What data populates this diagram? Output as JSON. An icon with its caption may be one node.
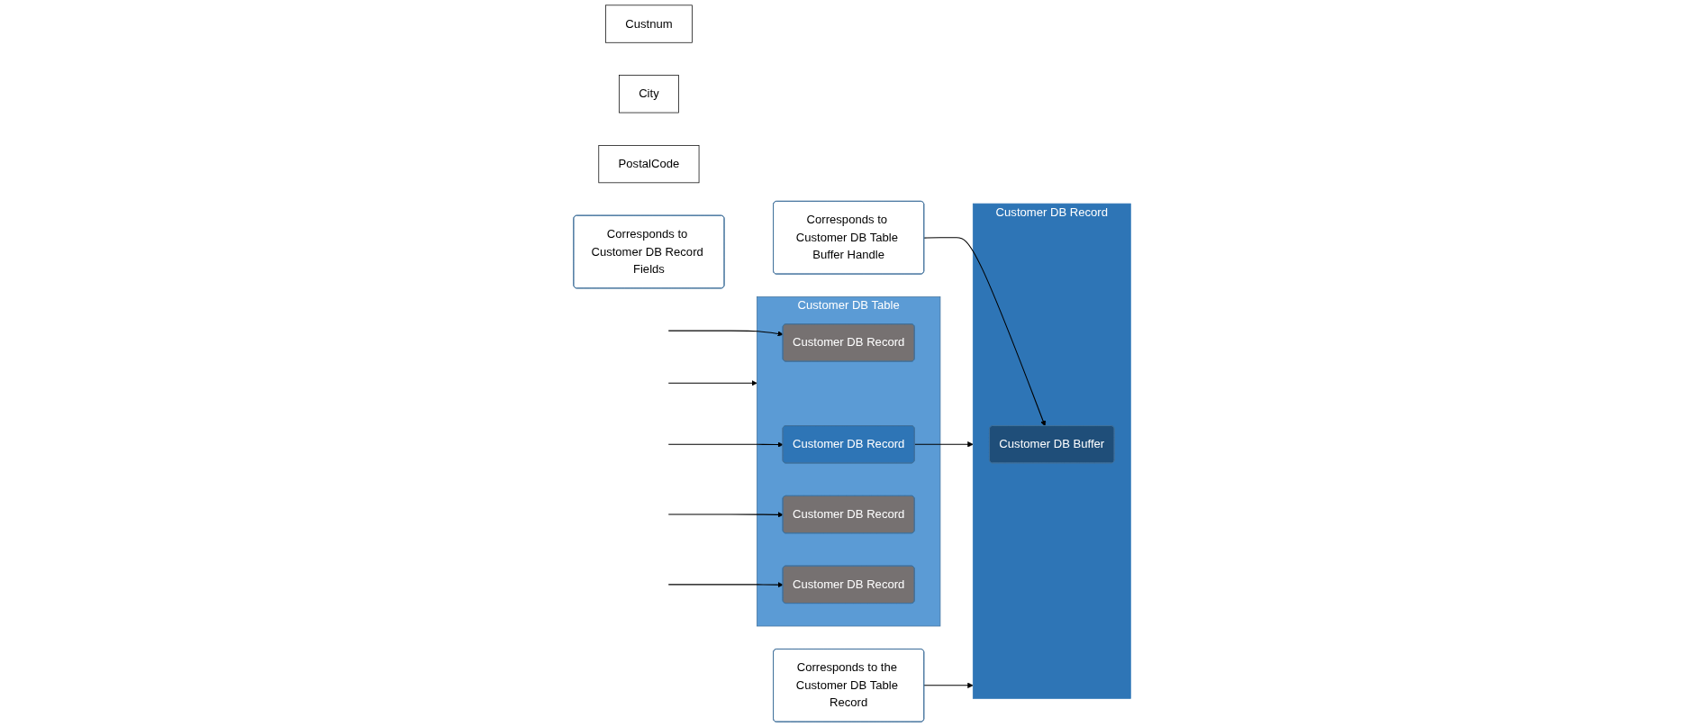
{
  "diagram": {
    "nodes": [
      {
        "text": [
          "Customer DB Table"
        ]
      },
      {
        "text": [
          "Customer DB Record"
        ],
        "in": 0
      },
      {
        "text": [
          "Customer DB Record"
        ],
        "in": 0
      },
      {
        "text": [
          "Customer DB Record"
        ],
        "in": 0
      },
      {
        "text": [
          "Customer DB Record"
        ],
        "in": 0
      },
      {
        "text": [
          "Customer DB Record"
        ]
      },
      {
        "text": [
          "Customer DB Buffer"
        ],
        "in": 5
      },
      {
        "text": [
          "Custnum"
        ]
      },
      {
        "text": [
          "City"
        ]
      },
      {
        "text": [
          "PostalCode"
        ]
      },
      {
        "text": [
          "Corresponds to Customer DB Record Fields"
        ]
      },
      {
        "text": [
          "Corresponds to the Customer DB Table Record"
        ]
      },
      {
        "text": [
          "Corresponds to Customer DB Table Buffer Handle"
        ]
      }
    ],
    "edges": [
      {
        "from": null,
        "to": 1,
        "arrow": "to"
      },
      {
        "from": null,
        "to": 2,
        "arrow": "to"
      },
      {
        "from": null,
        "to": 3,
        "arrow": "to"
      },
      {
        "from": null,
        "to": 4,
        "arrow": "to"
      },
      {
        "from": null,
        "to": 0,
        "arrow": "to"
      },
      {
        "from": 2,
        "to": 5,
        "arrow": "to"
      },
      {
        "from": 11,
        "to": 5,
        "arrow": "to"
      },
      {
        "from": 12,
        "to": 6,
        "arrow": "to"
      }
    ]
  }
}
